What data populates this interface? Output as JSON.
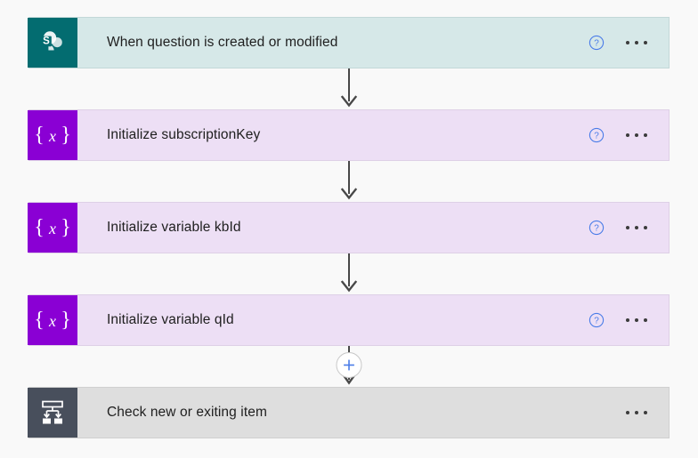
{
  "canvas": {
    "background_color": "#f9f9f9"
  },
  "flow": {
    "nodes": [
      {
        "id": "trigger-sharepoint",
        "title": "When question is created or modified",
        "icon": "sharepoint-icon",
        "icon_color": "#036c70",
        "card_color": "#d6e8e8",
        "has_help": true,
        "has_menu": true
      },
      {
        "id": "initialize-subscriptionkey",
        "title": "Initialize subscriptionKey",
        "icon": "variable-icon",
        "icon_color": "#8a00d4",
        "card_color": "#eddff5",
        "has_help": true,
        "has_menu": true
      },
      {
        "id": "initialize-variable-kbid",
        "title": "Initialize variable kbId",
        "icon": "variable-icon",
        "icon_color": "#8a00d4",
        "card_color": "#eddff5",
        "has_help": true,
        "has_menu": true
      },
      {
        "id": "initialize-variable-qid",
        "title": "Initialize variable qId",
        "icon": "variable-icon",
        "icon_color": "#8a00d4",
        "card_color": "#eddff5",
        "has_help": true,
        "has_menu": true
      },
      {
        "id": "check-new-or-exiting-item",
        "title": "Check new or exiting item",
        "icon": "condition-icon",
        "icon_color": "#484f5c",
        "card_color": "#dedede",
        "has_help": false,
        "has_menu": true
      }
    ],
    "connectors": [
      {
        "id": "connector-1",
        "type": "arrow",
        "has_plus": false
      },
      {
        "id": "connector-2",
        "type": "arrow",
        "has_plus": false
      },
      {
        "id": "connector-3",
        "type": "arrow",
        "has_plus": false
      },
      {
        "id": "connector-4",
        "type": "arrow-with-plus",
        "has_plus": true
      }
    ],
    "icons": {
      "help": "help-circle-icon",
      "menu": "more-options-icon",
      "insert": "add-step-plus-icon"
    },
    "colors": {
      "plus": "#4a7ce8",
      "help": "#4a7ce8",
      "arrow": "#484848",
      "variable_purple": "#8a00d4",
      "sharepoint_teal": "#036c70",
      "condition_gray": "#484f5c"
    }
  }
}
